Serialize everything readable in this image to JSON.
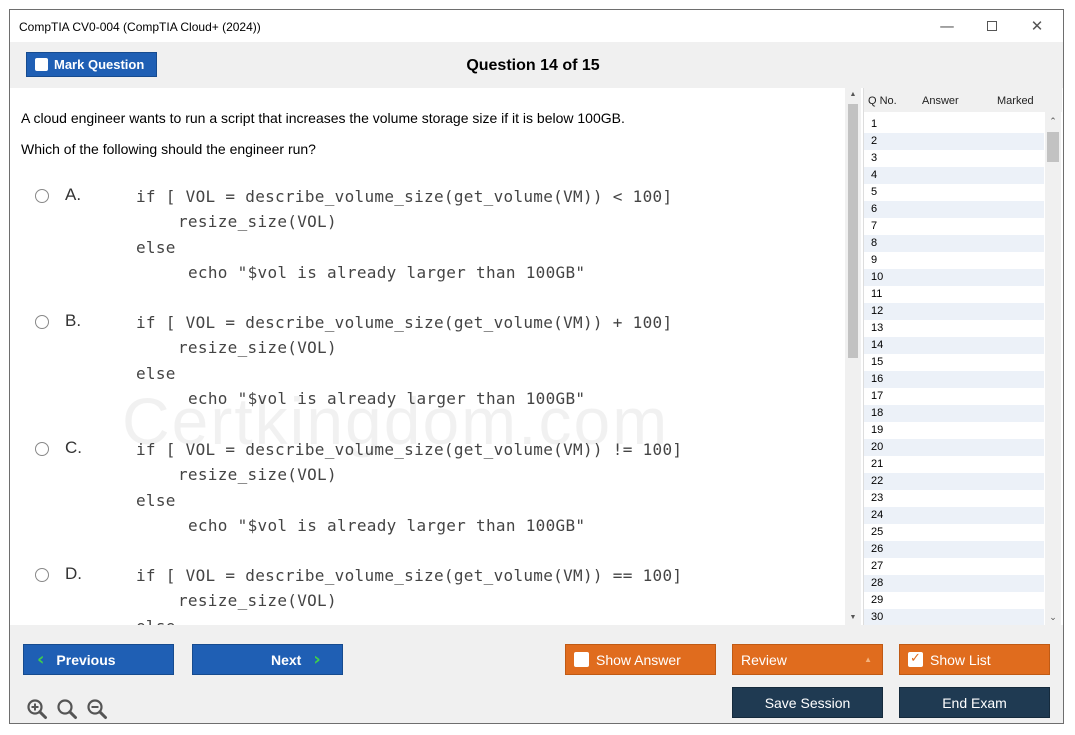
{
  "window": {
    "title": "CompTIA CV0-004 (CompTIA Cloud+ (2024))",
    "minimize_icon": "minimize-icon",
    "maximize_icon": "maximize-icon",
    "close_icon": "close-icon"
  },
  "header": {
    "mark_label": "Mark Question",
    "question_title": "Question 14 of 15"
  },
  "question": {
    "stem_1": "A cloud engineer wants to run a script that increases the volume storage size if it is below 100GB.",
    "stem_2": "Which of the following should the engineer run?",
    "watermark": "Certkingdom.com",
    "options": [
      {
        "letter": "A.",
        "line1": "if [ VOL = describe_volume_size(get_volume(VM)) < 100]",
        "line2": "resize_size(VOL)",
        "line3": "else",
        "line4": "echo \"$vol is already larger than 100GB\""
      },
      {
        "letter": "B.",
        "line1": "if [ VOL = describe_volume_size(get_volume(VM)) + 100]",
        "line2": "resize_size(VOL)",
        "line3": "else",
        "line4": "echo \"$vol is already larger than 100GB\""
      },
      {
        "letter": "C.",
        "line1": "if [ VOL = describe_volume_size(get_volume(VM)) != 100]",
        "line2": "resize_size(VOL)",
        "line3": "else",
        "line4": "echo \"$vol is already larger than 100GB\""
      },
      {
        "letter": "D.",
        "line1": "if [ VOL = describe_volume_size(get_volume(VM)) == 100]",
        "line2": "resize_size(VOL)",
        "line3": "else"
      }
    ]
  },
  "question_list": {
    "col_qno": "Q No.",
    "col_answer": "Answer",
    "col_marked": "Marked",
    "rows": [
      "1",
      "2",
      "3",
      "4",
      "5",
      "6",
      "7",
      "8",
      "9",
      "10",
      "11",
      "12",
      "13",
      "14",
      "15",
      "16",
      "17",
      "18",
      "19",
      "20",
      "21",
      "22",
      "23",
      "24",
      "25",
      "26",
      "27",
      "28",
      "29",
      "30"
    ]
  },
  "footer": {
    "previous_label": "Previous",
    "next_label": "Next",
    "show_answer_label": "Show Answer",
    "review_label": "Review",
    "show_list_label": "Show List",
    "save_session_label": "Save Session",
    "end_exam_label": "End Exam",
    "show_answer_checked": false,
    "show_list_checked": true
  },
  "colors": {
    "primary_blue": "#1f5fb4",
    "accent_orange": "#e06c1e",
    "dark_navy": "#1f3a52",
    "chevron_green": "#3fd04a"
  }
}
